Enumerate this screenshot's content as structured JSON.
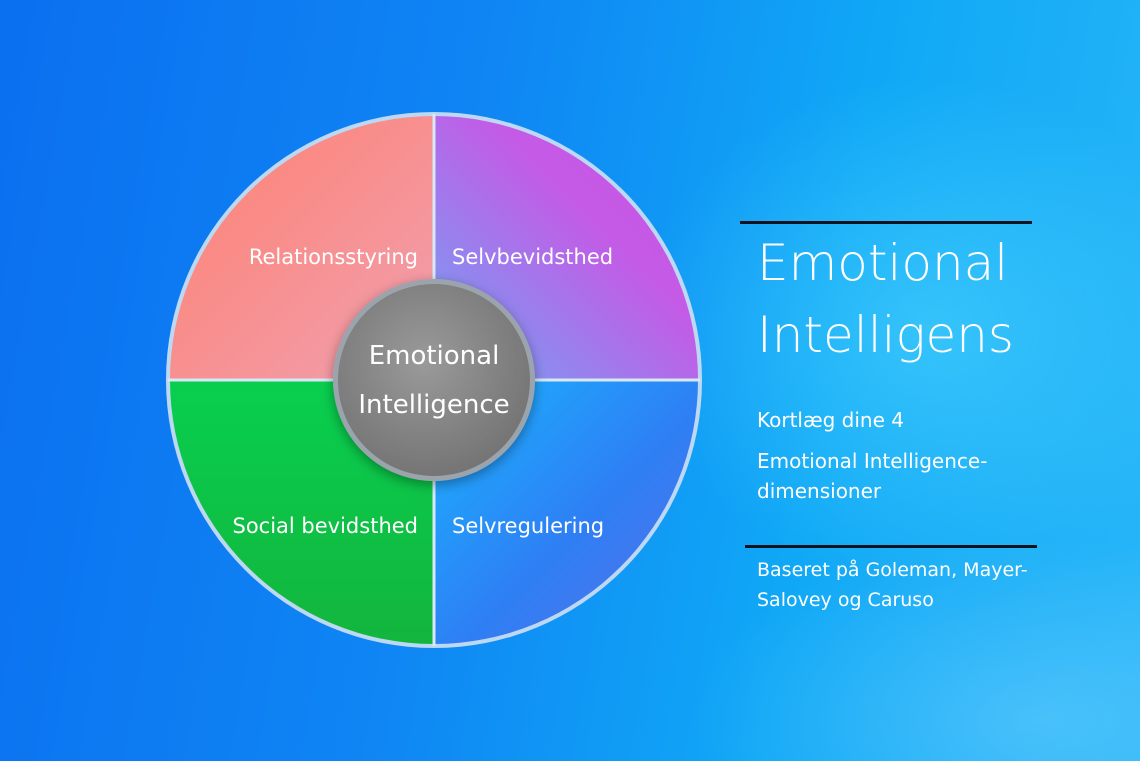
{
  "diagram": {
    "quadrants": [
      {
        "id": "top-left",
        "label": "Relationsstyring"
      },
      {
        "id": "top-right",
        "label": "Selvbevidsthed"
      },
      {
        "id": "bottom-left",
        "label": "Social bevidsthed"
      },
      {
        "id": "bottom-right",
        "label": "Selvregulering"
      }
    ],
    "center": {
      "line1": "Emotional",
      "line2": "Intelligence"
    }
  },
  "panel": {
    "title_line1": "Emotional",
    "title_line2": "Intelligens",
    "subtitle_line1": "Kortlæg dine 4",
    "subtitle_line2": "Emotional Intelligence-",
    "subtitle_line3": "dimensioner",
    "source_line1": "Baseret på Goleman, Mayer-",
    "source_line2": "Salovey og Caruso"
  },
  "colors": {
    "relationsstyring": "#f58b80",
    "selvbevidsthed": "#c555e8",
    "social_bevidsthed": "#0fbf45",
    "selvregulering": "#2f86f5",
    "center": "#858585",
    "divider": "#0b1220"
  }
}
